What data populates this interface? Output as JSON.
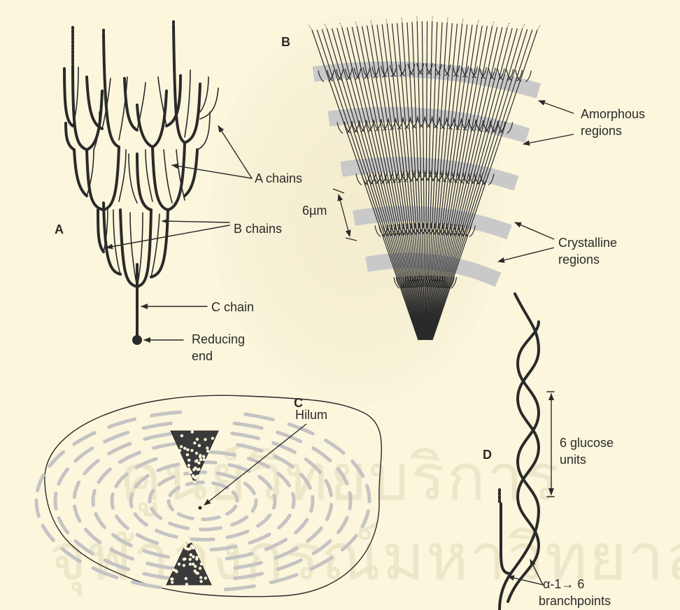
{
  "panels": {
    "a": "A",
    "b": "B",
    "c": "C",
    "d": "D"
  },
  "panel_a": {
    "a_chains": "A chains",
    "b_chains": "B chains",
    "c_chain": "C chain",
    "reducing_end_1": "Reducing",
    "reducing_end_2": "end"
  },
  "panel_b": {
    "amorphous_1": "Amorphous",
    "amorphous_2": "regions",
    "spacing": "6µm",
    "crystalline_1": "Crystalline",
    "crystalline_2": "regions"
  },
  "panel_c": {
    "hilum": "Hilum"
  },
  "panel_d": {
    "glucose_1": "6 glucose",
    "glucose_2": "units",
    "branch_1": "α-1→ 6",
    "branch_2": "branchpoints"
  },
  "watermark": {
    "line_1": "คูนย์วิทยบริการ",
    "line_2": "จุฬาลงกรณ์มหาวิทยาลัย"
  },
  "colors": {
    "background": "#fbf6dc",
    "ink": "#2a2a2a",
    "band": "#c9c9c9"
  }
}
